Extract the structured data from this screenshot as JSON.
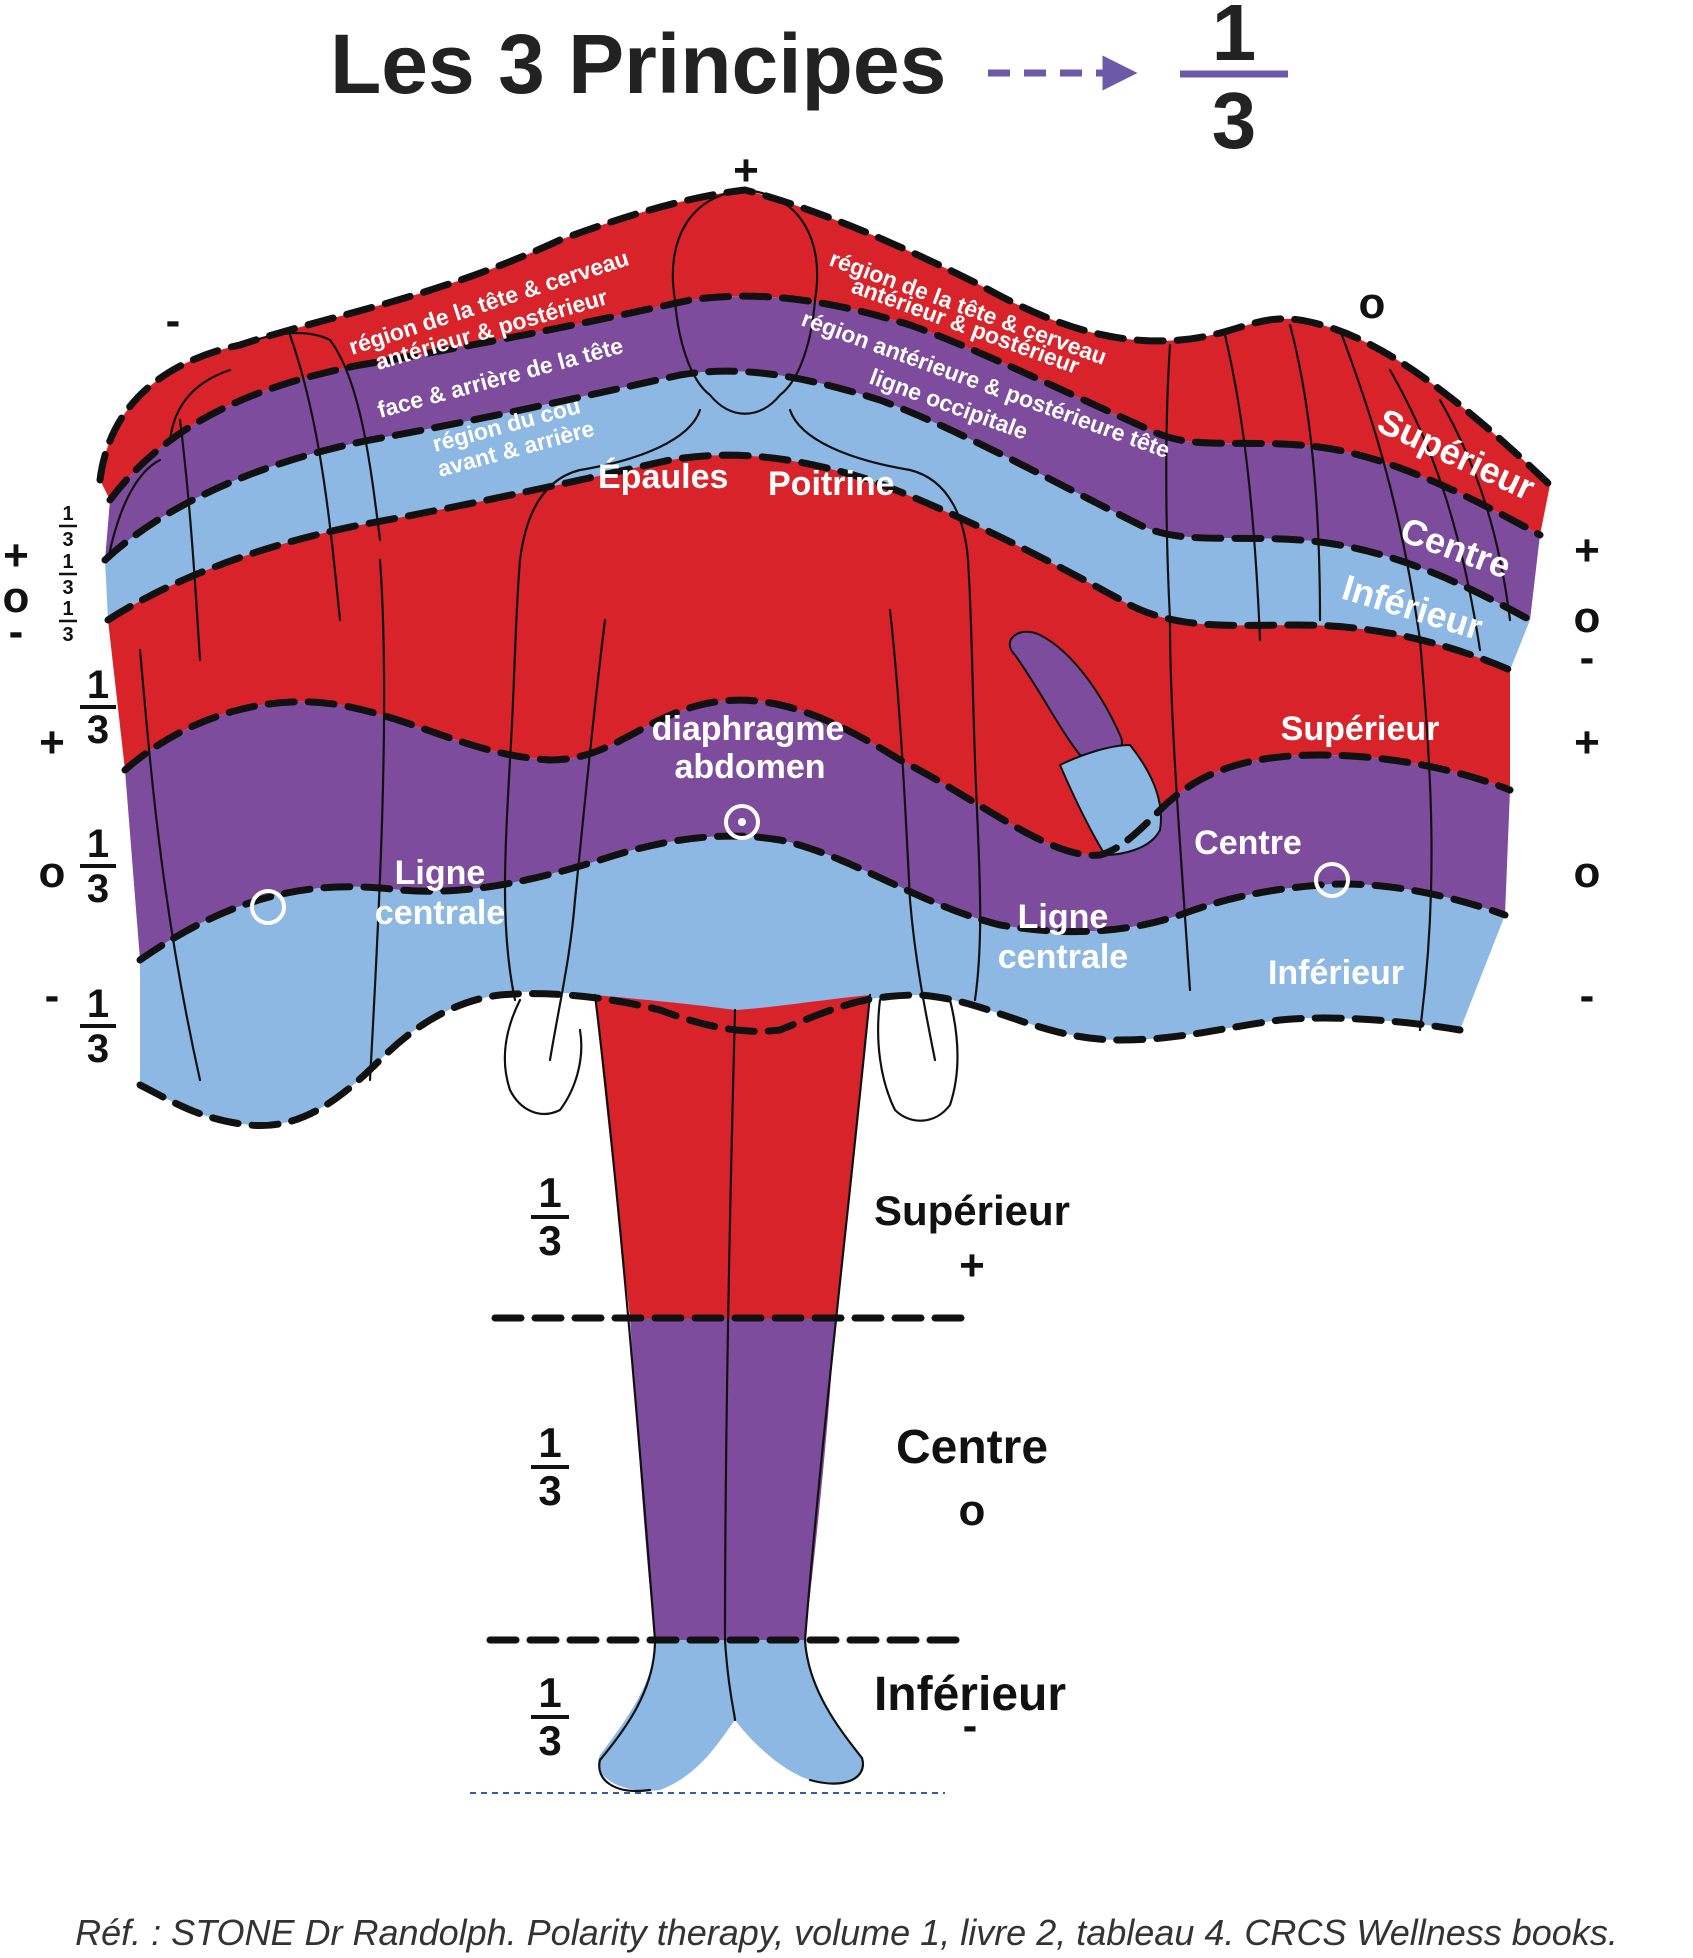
{
  "title": "Les 3 Principes",
  "title_fraction": {
    "num": "1",
    "den": "3"
  },
  "colors": {
    "superieur": "#d9232a",
    "centre": "#7e4c9d",
    "inferieur": "#8cb8e3",
    "arrow": "#6c59a8",
    "dash": "#111111"
  },
  "signs": {
    "top_plus": "+",
    "top_left_minus": "-",
    "top_right_o": "o",
    "left": [
      "+",
      "o",
      "-"
    ],
    "right_upper": [
      "+",
      "o",
      "-"
    ],
    "right_middle": [
      "+",
      "o",
      "-"
    ],
    "left_middle": [
      "+",
      "o",
      "-"
    ]
  },
  "fraction": {
    "num": "1",
    "den": "3"
  },
  "left_head_labels": [
    "région de la tête & cerveau",
    "antérieur & postérieur",
    "face & arrière de la tête",
    "région du cou",
    "avant & arrière"
  ],
  "right_head_labels": [
    "région de la tête & cerveau",
    "antérieur & postérieur",
    "région antérieure & postérieure tête",
    "ligne occipitale"
  ],
  "hand_labels": [
    "Supérieur",
    "Centre",
    "Inférieur"
  ],
  "torso_labels": {
    "epaules": "Épaules",
    "poitrine": "Poitrine",
    "diaphragme": "diaphragme",
    "abdomen": "abdomen",
    "ligne": "Ligne",
    "centrale": "centrale",
    "superieur": "Supérieur",
    "centre": "Centre",
    "inferieur": "Inférieur"
  },
  "leg_labels": [
    {
      "name": "Supérieur",
      "sign": "+"
    },
    {
      "name": "Centre",
      "sign": "o"
    },
    {
      "name": "Inférieur",
      "sign": "-"
    }
  ],
  "reference": "Réf. : STONE Dr Randolph. Polarity therapy, volume 1, livre 2, tableau 4. CRCS Wellness books."
}
